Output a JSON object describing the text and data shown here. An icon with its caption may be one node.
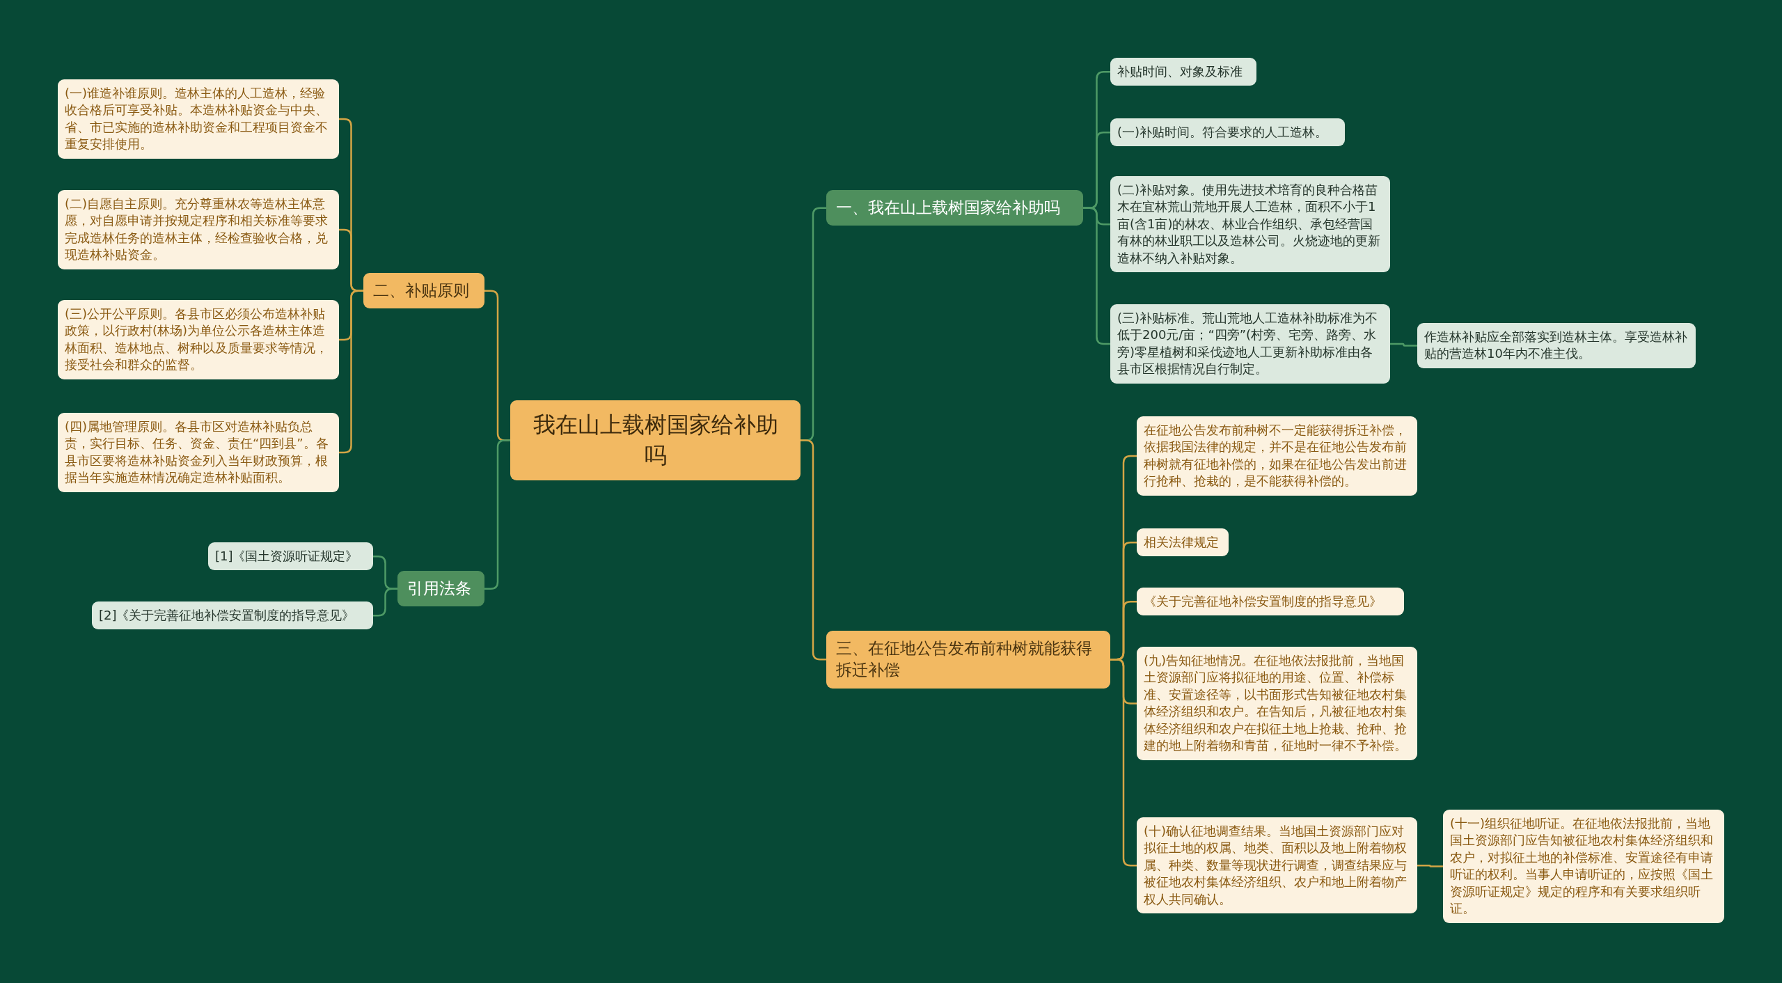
{
  "diagram": {
    "nodes": [
      {
        "text": [
          "我在山上载树国家给补助吗"
        ]
      },
      {
        "text": [
          "一、我在山上载树国家给补助吗"
        ]
      },
      {
        "text": [
          "补贴时间、对象及标准"
        ]
      },
      {
        "text": [
          "(一)补贴时间。符合要求的人工造林。"
        ]
      },
      {
        "text": [
          "(二)补贴对象。使用先进技术培育的良种合格苗木在宜林荒山荒地开展人工造林，面积不小于1亩(含1亩)的林农、林业合作组织、承包经营国有林的林业职工以及造林公司。火烧迹地的更新造林不纳入补贴对象。"
        ]
      },
      {
        "text": [
          "(三)补贴标准。荒山荒地人工造林补助标准为不低于200元/亩；“四旁”(村旁、宅旁、路旁、水旁)零星植树和采伐迹地人工更新补助标准由各县市区根据情况自行制定。"
        ]
      },
      {
        "text": [
          "作造林补贴应全部落实到造林主体。享受造林补贴的营造林10年内不准主伐。"
        ]
      },
      {
        "text": [
          "三、在征地公告发布前种树就能获得拆迁补偿"
        ]
      },
      {
        "text": [
          "在征地公告发布前种树不一定能获得拆迁补偿，依据我国法律的规定，并不是在征地公告发布前种树就有征地补偿的，如果在征地公告发出前进行抢种、抢栽的，是不能获得补偿的。"
        ]
      },
      {
        "text": [
          "相关法律规定"
        ]
      },
      {
        "text": [
          "《关于完善征地补偿安置制度的指导意见》"
        ]
      },
      {
        "text": [
          "(九)告知征地情况。在征地依法报批前，当地国土资源部门应将拟征地的用途、位置、补偿标准、安置途径等，以书面形式告知被征地农村集体经济组织和农户。在告知后，凡被征地农村集体经济组织和农户在拟征土地上抢栽、抢种、抢建的地上附着物和青苗，征地时一律不予补偿。"
        ]
      },
      {
        "text": [
          "(十)确认征地调查结果。当地国土资源部门应对拟征土地的权属、地类、面积以及地上附着物权属、种类、数量等现状进行调查，调查结果应与被征地农村集体经济组织、农户和地上附着物产权人共同确认。"
        ]
      },
      {
        "text": [
          "(十一)组织征地听证。在征地依法报批前，当地国土资源部门应告知被征地农村集体经济组织和农户，对拟征土地的补偿标准、安置途径有申请听证的权利。当事人申请听证的，应按照《国土资源听证规定》规定的程序和有关要求组织听证。"
        ]
      },
      {
        "text": [
          "二、补贴原则"
        ]
      },
      {
        "text": [
          "(一)谁造补谁原则。造林主体的人工造林，经验收合格后可享受补贴。本造林补贴资金与中央、省、市已实施的造林补助资金和工程项目资金不重复安排使用。"
        ]
      },
      {
        "text": [
          "(二)自愿自主原则。充分尊重林农等造林主体意愿，对自愿申请并按规定程序和相关标准等要求完成造林任务的造林主体，经检查验收合格，兑现造林补贴资金。"
        ]
      },
      {
        "text": [
          "(三)公开公平原则。各县市区必须公布造林补贴政策，以行政村(林场)为单位公示各造林主体造林面积、造林地点、树种以及质量要求等情况，接受社会和群众的监督。"
        ]
      },
      {
        "text": [
          "(四)属地管理原则。各县市区对造林补贴负总责，实行目标、任务、资金、责任“四到县”。各县市区要将造林补贴资金列入当年财政预算，根据当年实施造林情况确定造林补贴面积。"
        ]
      },
      {
        "text": [
          "引用法条"
        ]
      },
      {
        "text": [
          "[1]《国土资源听证规定》"
        ]
      },
      {
        "text": [
          "[2]《关于完善征地补偿安置制度的指导意见》"
        ]
      }
    ],
    "edges": [
      {
        "from": 0,
        "to": 1,
        "arrow": "none",
        "color": "#4e9a66"
      },
      {
        "from": 1,
        "to": 2,
        "arrow": "none",
        "color": "#4e9a66"
      },
      {
        "from": 1,
        "to": 3,
        "arrow": "none",
        "color": "#4e9a66"
      },
      {
        "from": 1,
        "to": 4,
        "arrow": "none",
        "color": "#4e9a66"
      },
      {
        "from": 1,
        "to": 5,
        "arrow": "none",
        "color": "#4e9a66"
      },
      {
        "from": 5,
        "to": 6,
        "arrow": "none",
        "color": "#4e9a66"
      },
      {
        "from": 0,
        "to": 7,
        "arrow": "none"
      },
      {
        "from": 7,
        "to": 8,
        "arrow": "none"
      },
      {
        "from": 7,
        "to": 9,
        "arrow": "none"
      },
      {
        "from": 7,
        "to": 10,
        "arrow": "none"
      },
      {
        "from": 7,
        "to": 11,
        "arrow": "none"
      },
      {
        "from": 7,
        "to": 12,
        "arrow": "none"
      },
      {
        "from": 12,
        "to": 13,
        "arrow": "none"
      },
      {
        "from": 0,
        "to": 14,
        "arrow": "none"
      },
      {
        "from": 14,
        "to": 15,
        "arrow": "none"
      },
      {
        "from": 14,
        "to": 16,
        "arrow": "none"
      },
      {
        "from": 14,
        "to": 17,
        "arrow": "none"
      },
      {
        "from": 14,
        "to": 18,
        "arrow": "none"
      },
      {
        "from": 0,
        "to": 19,
        "arrow": "none",
        "color": "#4e9a66"
      },
      {
        "from": 19,
        "to": 20,
        "arrow": "none",
        "color": "#4e9a66"
      },
      {
        "from": 19,
        "to": 21,
        "arrow": "none",
        "color": "#4e9a66"
      }
    ]
  }
}
